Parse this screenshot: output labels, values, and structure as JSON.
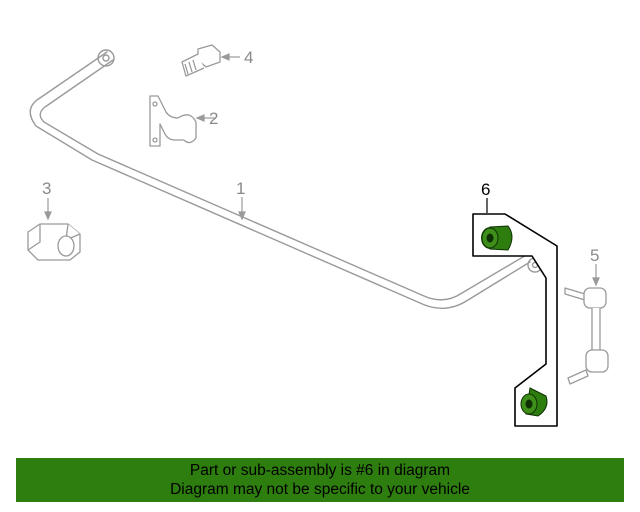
{
  "diagram": {
    "callouts": [
      "1",
      "2",
      "3",
      "4",
      "5",
      "6"
    ],
    "highlighted_part": "6",
    "colors": {
      "line_art": "#9a9a9a",
      "highlight_outline": "#000000",
      "highlight_fill": "#2e7d0f",
      "bushing_dark": "#1a4d08"
    }
  },
  "banner": {
    "line1": "Part or sub-assembly is #6 in diagram",
    "line2": "Diagram may not be specific to your vehicle",
    "background": "#2e7d0f"
  }
}
